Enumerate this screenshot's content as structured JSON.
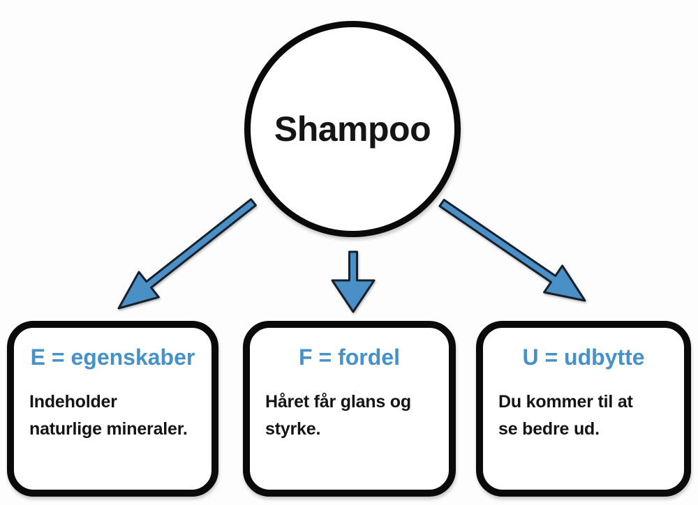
{
  "diagram": {
    "root_label": "Shampoo",
    "boxes": [
      {
        "heading": "E = egenskaber",
        "body_lines": [
          "Indeholder",
          "naturlige mineraler."
        ]
      },
      {
        "heading": "F = fordel",
        "body_lines": [
          "Håret får glans og",
          "styrke."
        ]
      },
      {
        "heading": "U = udbytte",
        "body_lines": [
          "Du kommer til at",
          "se bedre ud."
        ]
      }
    ],
    "arrows": [
      {
        "name": "arrow-to-egenskaber",
        "direction": "down-left"
      },
      {
        "name": "arrow-to-fordel",
        "direction": "down"
      },
      {
        "name": "arrow-to-udbytte",
        "direction": "down-right"
      }
    ]
  },
  "colors": {
    "accent_blue": "#4691c8",
    "arrow_fill": "#4a90c6",
    "arrow_outline": "#16202c",
    "node_border": "#0a0a0a",
    "text_black": "#141414",
    "background": "#fdfdfd"
  }
}
